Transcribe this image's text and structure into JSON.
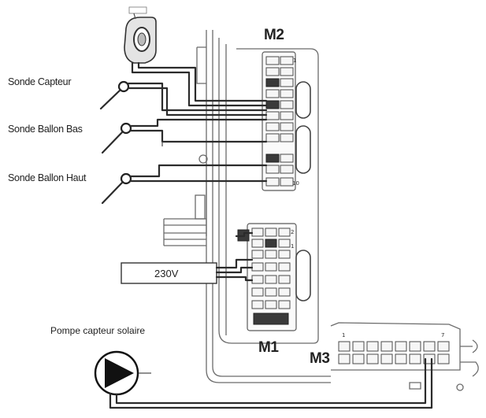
{
  "sensors": {
    "capteur": "Sonde Capteur",
    "ballon_bas": "Sonde Ballon Bas",
    "ballon_haut": "Sonde Ballon Haut"
  },
  "modules": {
    "m1": "M1",
    "m2": "M2",
    "m3": "M3"
  },
  "power": {
    "label": "230V"
  },
  "pump": {
    "label": "Pompe capteur solaire"
  },
  "terminal_numbers": {
    "m2_top": "1",
    "m2_bottom": "10",
    "m1_upper": "2",
    "m1_lower": "1",
    "m3_left": "1",
    "m3_right": "7"
  }
}
